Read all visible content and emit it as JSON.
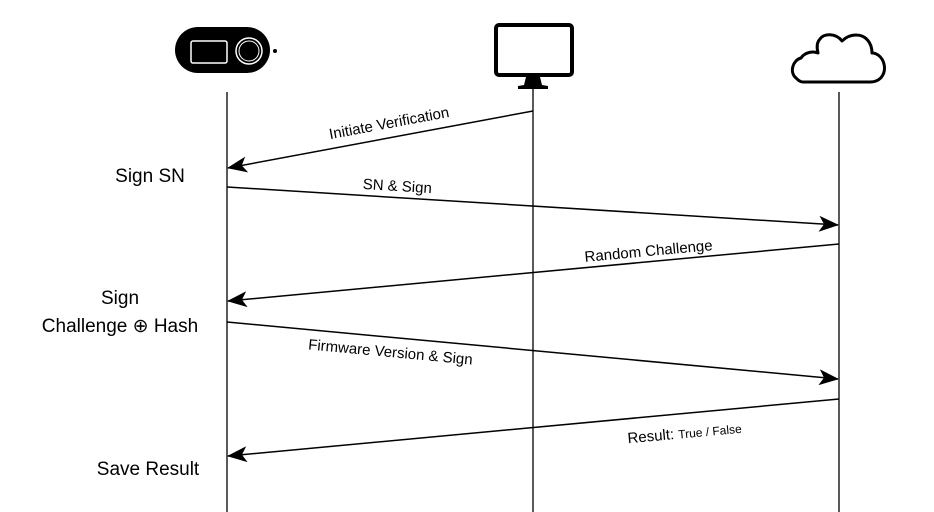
{
  "diagram": {
    "type": "sequence-diagram",
    "participants": [
      {
        "id": "device",
        "icon": "hardware-wallet-icon"
      },
      {
        "id": "computer",
        "icon": "monitor-icon"
      },
      {
        "id": "cloud",
        "icon": "cloud-icon"
      }
    ],
    "messages": [
      {
        "from": "computer",
        "to": "device",
        "label": "Initiate Verification"
      },
      {
        "from": "device",
        "to": "cloud",
        "label": "SN & Sign"
      },
      {
        "from": "cloud",
        "to": "device",
        "label": "Random Challenge"
      },
      {
        "from": "device",
        "to": "cloud",
        "label": "Firmware Version & Sign"
      },
      {
        "from": "cloud",
        "to": "device",
        "label": "Result:",
        "label_suffix": "True / False"
      }
    ],
    "notes": {
      "sign_sn": "Sign SN",
      "sign_challenge_line1": "Sign",
      "sign_challenge_line2": "Challenge ⊕ Hash",
      "save_result": "Save Result"
    }
  }
}
